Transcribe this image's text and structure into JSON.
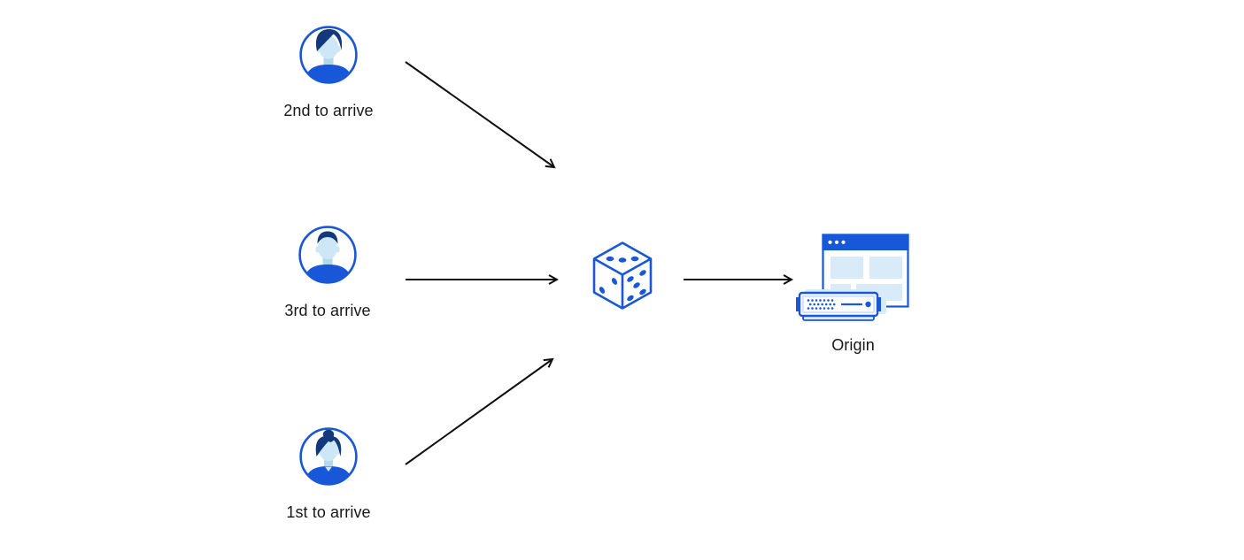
{
  "diagram": {
    "users": [
      {
        "id": "user-2nd",
        "label": "2nd to arrive",
        "avatar_icon": "man-swept-hair-avatar-icon"
      },
      {
        "id": "user-3rd",
        "label": "3rd to arrive",
        "avatar_icon": "man-short-hair-avatar-icon"
      },
      {
        "id": "user-1st",
        "label": "1st to arrive",
        "avatar_icon": "woman-bun-avatar-icon"
      }
    ],
    "dice": {
      "icon": "dice-icon"
    },
    "origin": {
      "label": "Origin",
      "icon": "origin-server-browser-icon"
    },
    "colors": {
      "primary_blue": "#1757d8",
      "navy_hair": "#14387c",
      "light_blue_skin": "#cde7f6",
      "neck_shade": "#b3d8ee",
      "pale_blue_fill": "#d9ebf8",
      "arrow_black": "#101010",
      "text_black": "#17181a",
      "background": "#ffffff"
    }
  }
}
